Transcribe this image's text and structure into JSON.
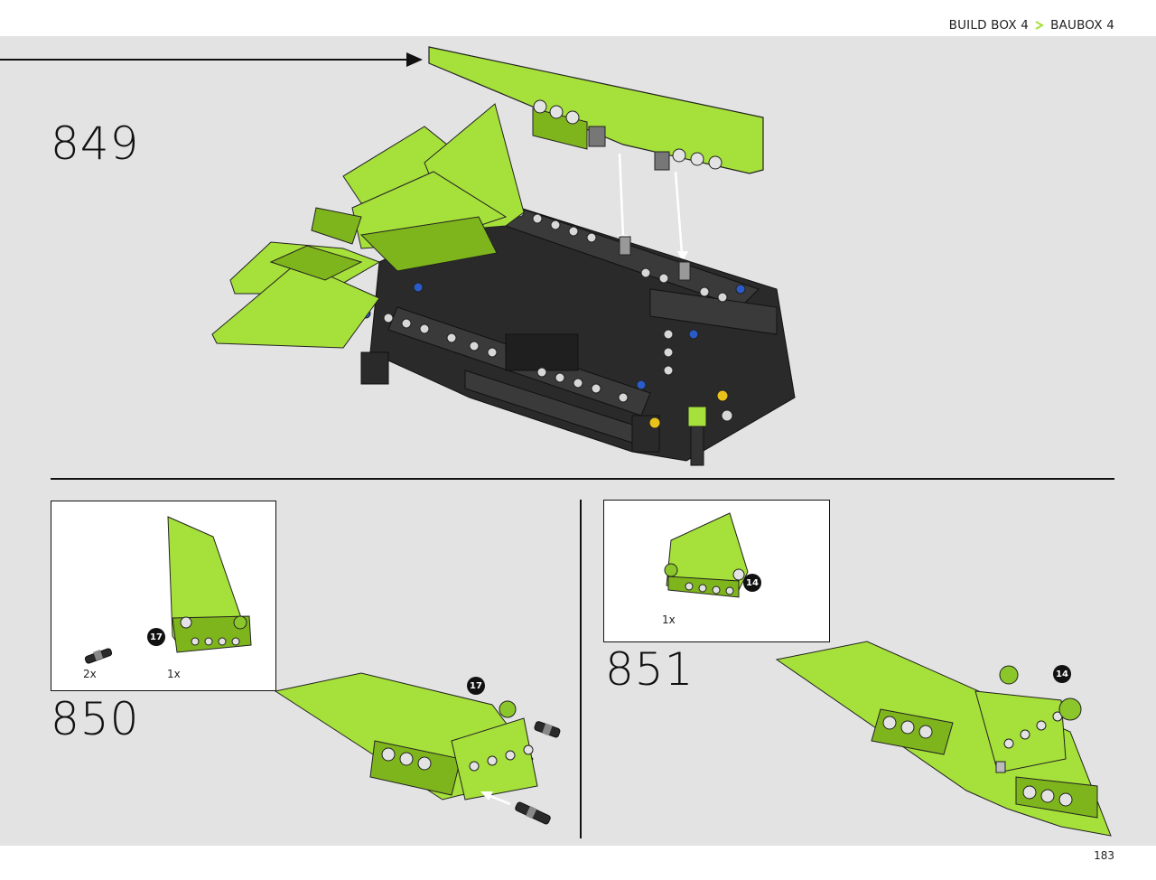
{
  "header": {
    "breadcrumb": {
      "first": "BUILD BOX 4",
      "second": "BAUBOX 4"
    }
  },
  "steps": [
    {
      "number": "849"
    },
    {
      "number": "850",
      "callout_quantities": [
        "2x",
        "1x"
      ],
      "part_badge": "17"
    },
    {
      "number": "851",
      "callout_quantities": [
        "1x"
      ],
      "part_badge": "14"
    }
  ],
  "footer": {
    "page_number": "183"
  },
  "colors": {
    "lime": "#a6e03a",
    "lime_dark": "#7fb51c",
    "black_part": "#2a2a2a",
    "background": "#e3e3e3",
    "accent_blue": "#2a5bc8",
    "accent_yellow": "#e8c21a"
  }
}
